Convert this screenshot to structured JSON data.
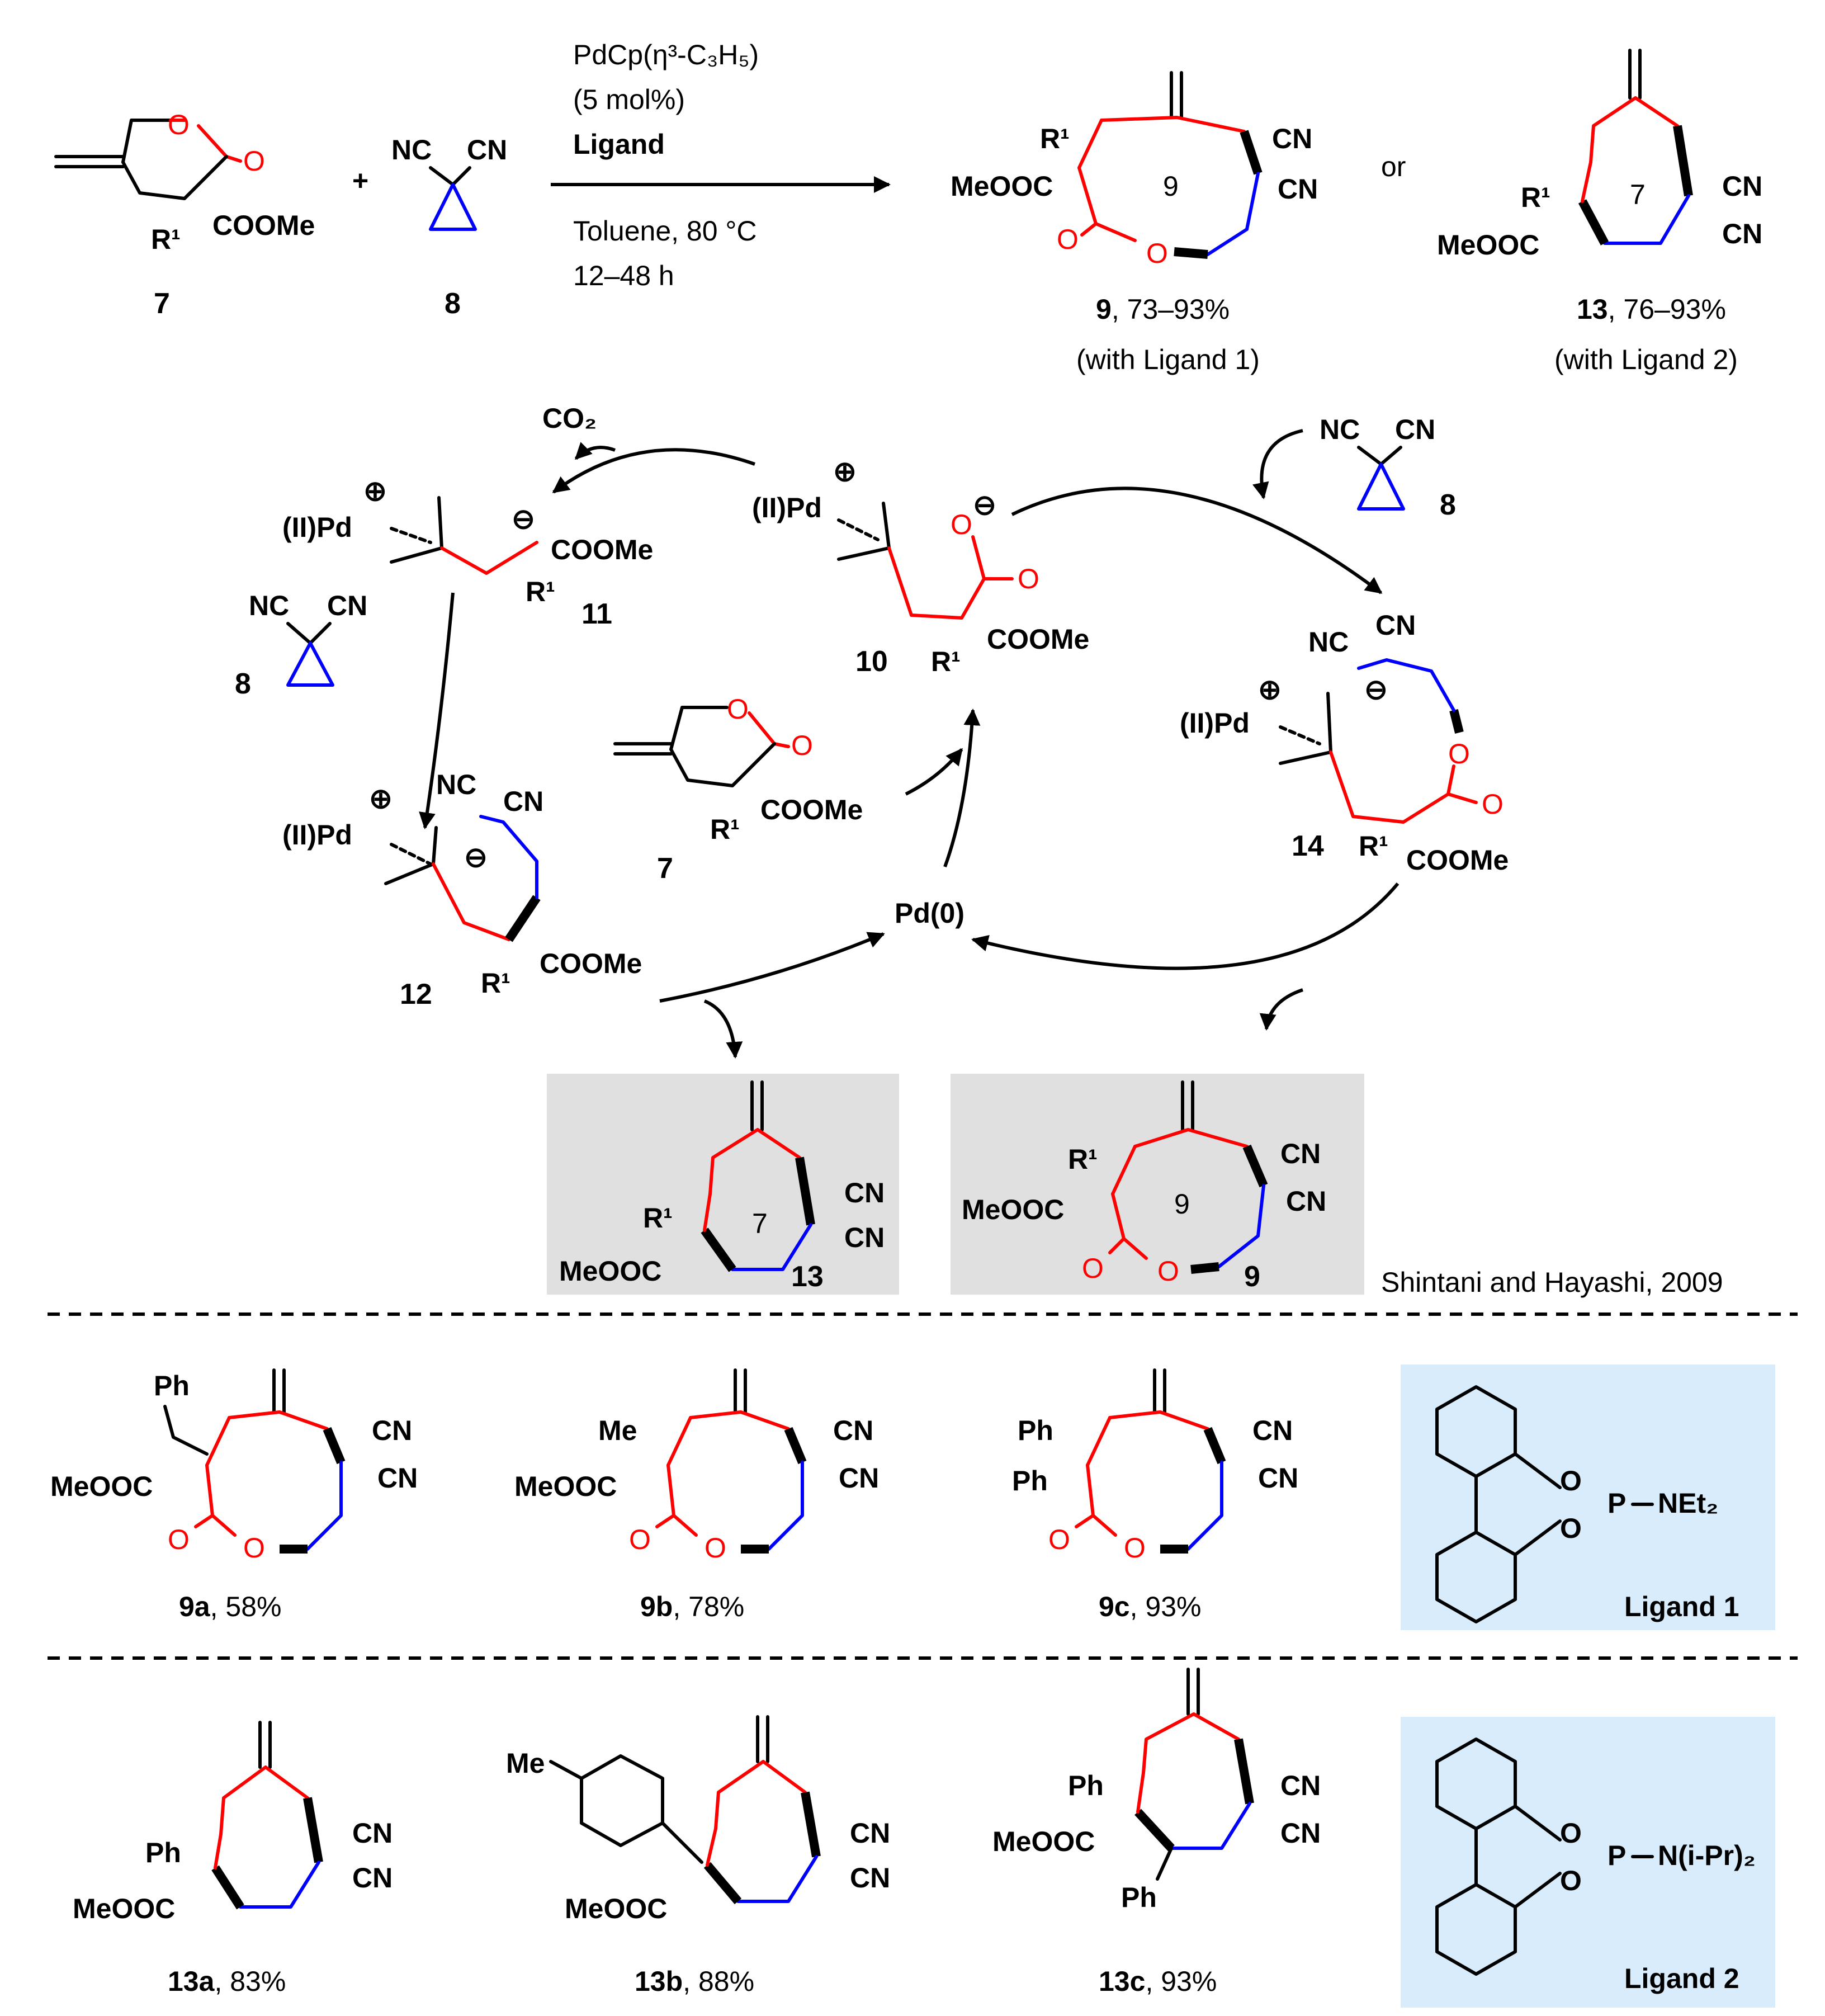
{
  "conditions": {
    "catalyst": "PdCp(η³-C₃H₅)",
    "loading": "(5 mol%)",
    "ligand": "Ligand",
    "solvent": "Toluene, 80 °C",
    "time": "12–48 h"
  },
  "labels": {
    "c7": "7",
    "c8": "8",
    "c9": "9",
    "c10": "10",
    "c11": "11",
    "c12": "12",
    "c13": "13",
    "c14": "14",
    "or": "or",
    "plus": "+",
    "ring9": "9",
    "ring7": "7",
    "pd0": "Pd(0)",
    "pdII": "(II)Pd",
    "co2": "CO₂"
  },
  "groups": {
    "nc": "NC",
    "cn": "CN",
    "cooMe": "COOMe",
    "meooc": "MeOOC",
    "r1": "R¹",
    "o": "O",
    "ph": "Ph",
    "me": "Me",
    "p": "P",
    "net2": "NEt₂",
    "nipr2": "N(i-Pr)₂"
  },
  "yields": {
    "y9": {
      "id": "9",
      "text": ", 73–93%",
      "note": "(with Ligand 1)"
    },
    "y13": {
      "id": "13",
      "text": ", 76–93%",
      "note": "(with Ligand 2)"
    }
  },
  "credit": "Shintani and Hayashi, 2009",
  "examples_9": [
    {
      "id": "9a",
      "yield": ", 58%",
      "sub": "Ph"
    },
    {
      "id": "9b",
      "yield": ", 78%",
      "sub": "Me"
    },
    {
      "id": "9c",
      "yield": ", 93%",
      "sub": "Ph"
    }
  ],
  "examples_13": [
    {
      "id": "13a",
      "yield": ", 83%"
    },
    {
      "id": "13b",
      "yield": ", 88%"
    },
    {
      "id": "13c",
      "yield": ", 93%"
    }
  ],
  "ligands": [
    {
      "name": "Ligand 1"
    },
    {
      "name": "Ligand 2"
    }
  ],
  "colors": {
    "red": "#ff0000",
    "blue": "#0000ff",
    "box_gray": "#e0e0e0",
    "box_blue": "#d9ecfb"
  }
}
